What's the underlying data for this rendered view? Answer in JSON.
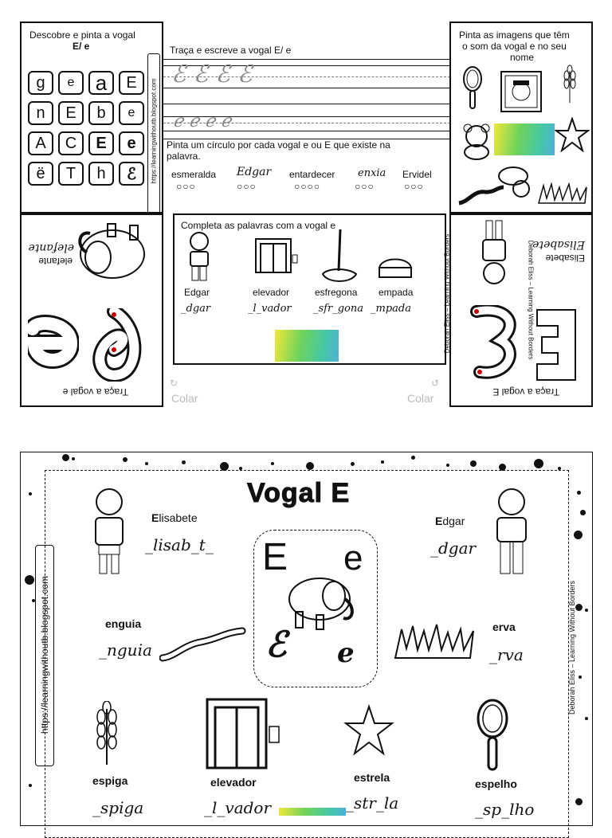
{
  "box1": {
    "title_line1": "Descobre e pinta a vogal",
    "title_line2": "E/ e",
    "letters": [
      "g",
      "e",
      "a",
      "E",
      "n",
      "E",
      "b",
      "e",
      "A",
      "C",
      "E",
      "e",
      "ë",
      "T",
      "h",
      "ℰ"
    ],
    "vertical_url": "https://learningwithoutb.blogspot.com"
  },
  "box2": {
    "title": "Traça e escreve a vogal E/ e",
    "upper_trace": "ℰ  ℰ  ℰ  ℰ",
    "lower_trace": "ℯ  ℯ  ℯ  ℯ",
    "instruction_line1": "Pinta um círculo por cada vogal e ou E que existe na",
    "instruction_line2": "palavra.",
    "words": [
      {
        "word": "esmeralda",
        "circles": "○○○"
      },
      {
        "word": "Edgar",
        "circles": "○○○"
      },
      {
        "word": "entardecer",
        "circles": "○○○○"
      },
      {
        "word": "enxia",
        "circles": "○○○"
      },
      {
        "word": "Ervidel",
        "circles": "○○○"
      }
    ]
  },
  "box3": {
    "title_line1": "Pinta as imagens que têm",
    "title_line2": "o som da vogal e no seu",
    "title_line3": "nome"
  },
  "box4": {
    "word": "elefante",
    "word_script": "elefante",
    "footer": "Traça a vogal e"
  },
  "box5": {
    "title": "Completa as palavras com a vogal e",
    "items": [
      {
        "word": "Edgar",
        "blank": "_dgar"
      },
      {
        "word": "elevador",
        "blank": "_l_vador"
      },
      {
        "word": "esfregona",
        "blank": "_sfr_gona"
      },
      {
        "word": "empada",
        "blank": "_mpada"
      }
    ],
    "vertical_credit": "Deborah Eliss – Learning Without Borders",
    "colar_left": "Colar",
    "colar_right": "Colar"
  },
  "box6": {
    "word": "Elisabete",
    "word_script": "Elisabete",
    "vertical_credit": "Deborah Eliss – Learning Without Borders",
    "footer": "Traça a vogal E"
  },
  "poster": {
    "title": "Vogal E",
    "big_upper": "E",
    "big_lower": "e",
    "script_upper": "ℰ",
    "script_lower": "e",
    "vertical_url": "https://learningwithoutb.blogspot.com",
    "vertical_credit": "Deborah Eliss – Learning Without Borders",
    "words": [
      {
        "label_bold": "E",
        "label_rest": "lisabete",
        "blank": "_lisab_t_"
      },
      {
        "label_bold": "E",
        "label_rest": "dgar",
        "blank": "_dgar"
      },
      {
        "label": "enguia",
        "blank": "_nguia"
      },
      {
        "label": "erva",
        "blank": "_rva"
      },
      {
        "label": "espiga",
        "blank": "_spiga"
      },
      {
        "label": "elevador",
        "blank": "_l_vador"
      },
      {
        "label": "estrela",
        "blank": "_str_la"
      },
      {
        "label": "espelho",
        "blank": "_sp_lho"
      }
    ]
  }
}
